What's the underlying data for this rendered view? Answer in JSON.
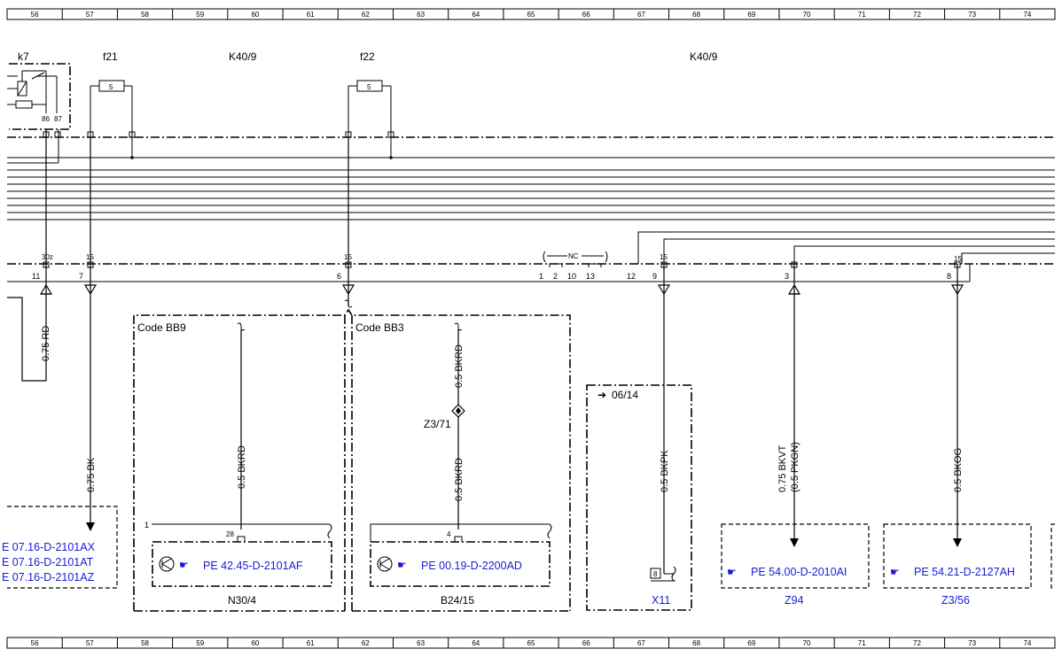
{
  "ruler": [
    "56",
    "57",
    "58",
    "59",
    "60",
    "61",
    "62",
    "63",
    "64",
    "65",
    "66",
    "67",
    "68",
    "69",
    "70",
    "71",
    "72",
    "73",
    "74"
  ],
  "components": {
    "k7": "k7",
    "f21": "f21",
    "f22": "f22",
    "k40_left": "K40/9",
    "k40_right": "K40/9",
    "fuse_value": "5",
    "relay_pin86": "86",
    "relay_pin87": "87"
  },
  "bus_top_pins": {
    "p30z": "30z",
    "p15a": "15",
    "p15b": "15",
    "p15c": "15",
    "p15d": "15"
  },
  "bus_bottom_pins": [
    "11",
    "7",
    "6",
    "1",
    "2",
    "10",
    "13",
    "12",
    "9",
    "3",
    "8"
  ],
  "nc_label": "NC",
  "wires": {
    "w1": "0.75 RD",
    "w2": "0.75 BK",
    "w3": "0.5 BKRD",
    "w4a": "0.5 BKRD",
    "w4b": "0.5 BKRD",
    "w5": "0.5 BKPK",
    "w6a": "0.75 BKVT",
    "w6b": "(0.5 PKGN)",
    "w7": "0.5 BKOG"
  },
  "codes": {
    "bb9": "Code BB9",
    "bb3": "Code BB3"
  },
  "splice": "Z3/71",
  "jump_ref": "06/14",
  "pins": {
    "pin1": "1",
    "pin28": "28",
    "pin4": "4",
    "pin8": "8"
  },
  "refs": {
    "left1": "E 07.16-D-2101AX",
    "left2": "E 07.16-D-2101AT",
    "left3": "E 07.16-D-2101AZ",
    "n30": "PE 42.45-D-2101AF",
    "b24": "PE 00.19-D-2200AD",
    "z94": "PE 54.00-D-2010AI",
    "z356": "PE 54.21-D-2127AH"
  },
  "module_names": {
    "n30": "N30/4",
    "b24": "B24/15",
    "x11": "X11",
    "z94": "Z94",
    "z356": "Z3/56"
  }
}
